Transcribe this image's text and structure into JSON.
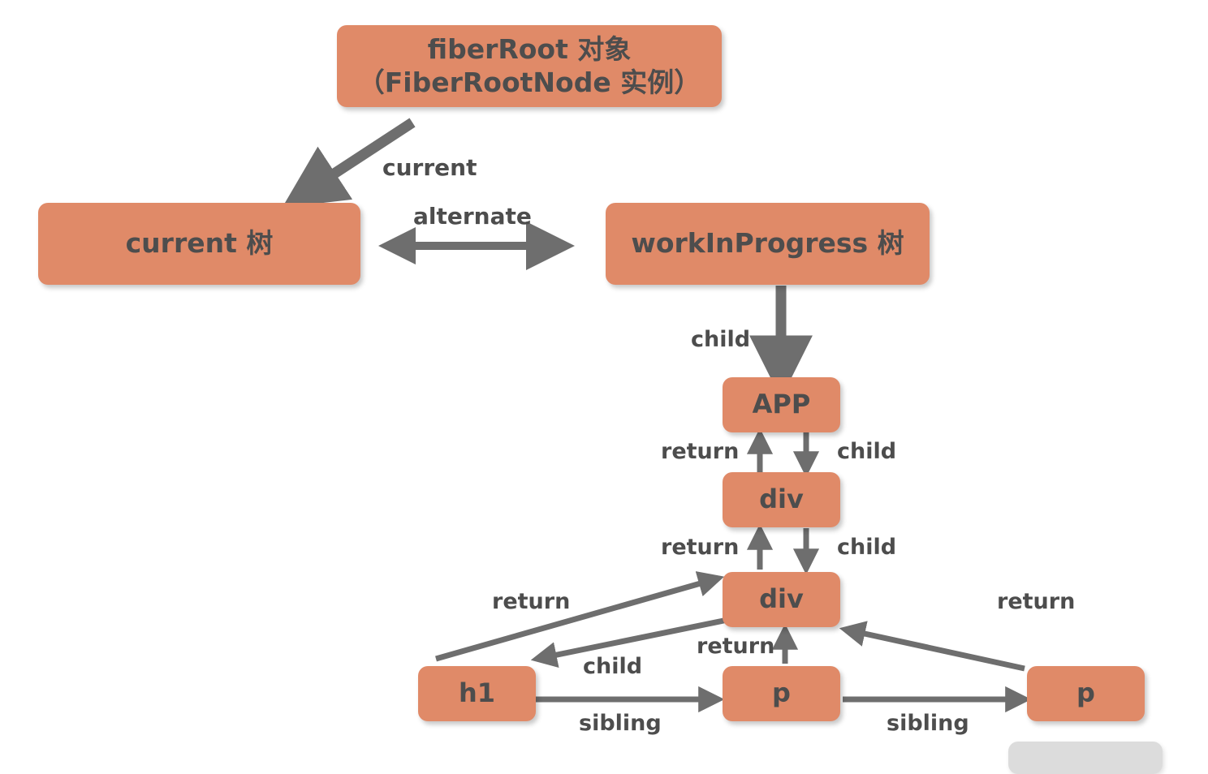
{
  "diagram": {
    "title_node": {
      "line1": "fiberRoot 对象",
      "line2": "（FiberRootNode 实例）"
    },
    "nodes": [
      {
        "id": "fiberroot",
        "label_line1": "fiberRoot 对象",
        "label_line2": "（FiberRootNode 实例）"
      },
      {
        "id": "current-tree",
        "label": "current 树"
      },
      {
        "id": "wip-tree",
        "label": "workInProgress 树"
      },
      {
        "id": "app",
        "label": "APP"
      },
      {
        "id": "div1",
        "label": "div"
      },
      {
        "id": "div2",
        "label": "div"
      },
      {
        "id": "h1",
        "label": "h1"
      },
      {
        "id": "p1",
        "label": "p"
      },
      {
        "id": "p2",
        "label": "p"
      }
    ],
    "edge_labels": {
      "current": "current",
      "alternate": "alternate",
      "child_root": "child",
      "return_app_div": "return",
      "child_app_div": "child",
      "return_div1_div2": "return",
      "child_div1_div2": "child",
      "return_h1_div2": "return",
      "child_div2_h1": "child",
      "return_p1_div2": "return",
      "return_p2_div2": "return",
      "sibling_h1_p1": "sibling",
      "sibling_p1_p2": "sibling"
    },
    "colors": {
      "node_fill": "#e08a68",
      "text": "#4d4d4d",
      "arrow": "#6e6e6e",
      "background": "#ffffff",
      "ghost_fill": "#dcdcdc"
    }
  }
}
